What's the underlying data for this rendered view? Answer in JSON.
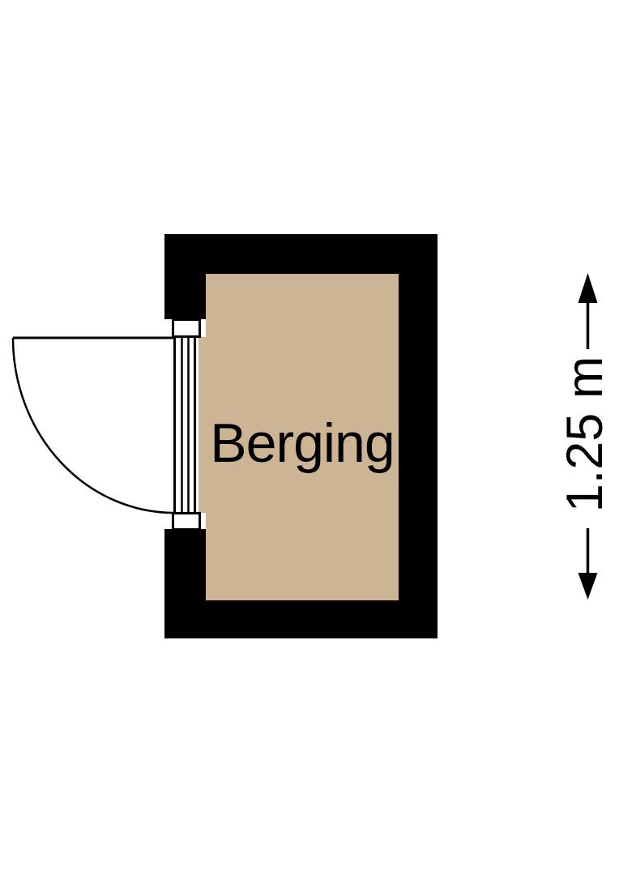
{
  "floorplan": {
    "room": {
      "name": "Berging"
    },
    "dimension": {
      "label": "1.25 m",
      "orientation": "vertical"
    },
    "colors": {
      "wall": "#000000",
      "floor": "#cdb495",
      "line": "#000000",
      "paper": "#ffffff",
      "text": "#000000"
    }
  }
}
